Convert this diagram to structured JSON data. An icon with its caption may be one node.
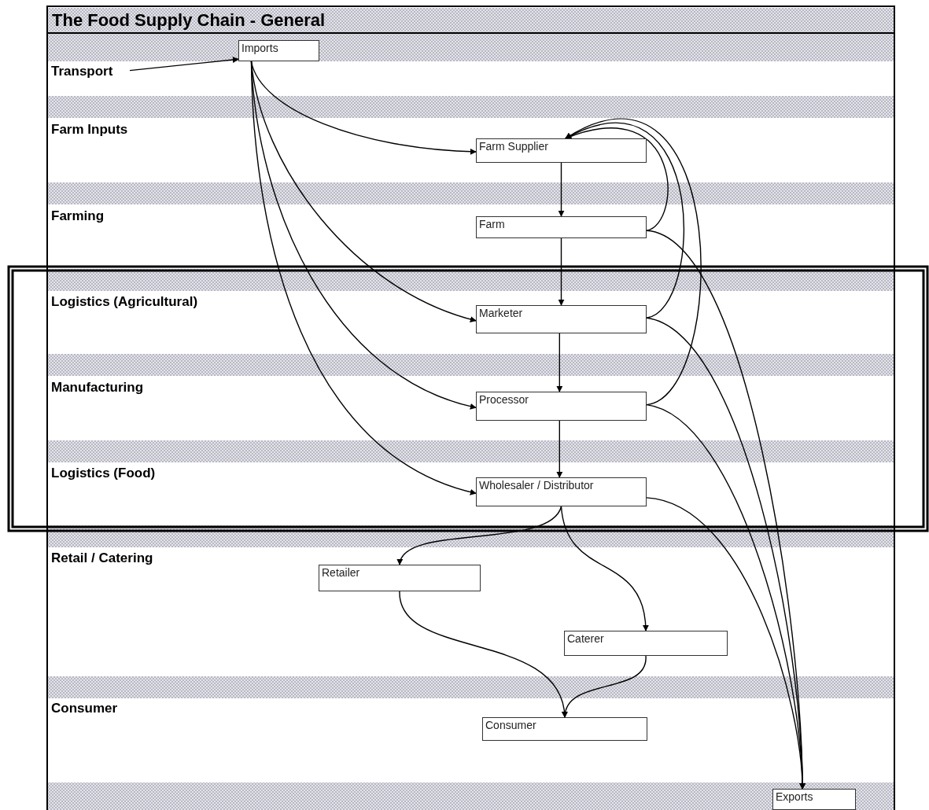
{
  "diagram": {
    "title": "The Food Supply Chain - General",
    "nodes": [
      {
        "text": [
          "Imports"
        ]
      },
      {
        "text": [
          "Transport"
        ]
      },
      {
        "text": [
          "Farm Supplier"
        ]
      },
      {
        "text": [
          "Farm"
        ]
      },
      {
        "text": [
          "Marketer"
        ]
      },
      {
        "text": [
          "Processor"
        ]
      },
      {
        "text": [
          "Wholesaler / Distributor"
        ]
      },
      {
        "text": [
          "Retailer"
        ]
      },
      {
        "text": [
          "Caterer"
        ]
      },
      {
        "text": [
          "Consumer"
        ]
      },
      {
        "text": [
          "Exports"
        ]
      }
    ],
    "edges": [
      {
        "from": 1,
        "to": 0,
        "arrow": "to"
      },
      {
        "from": 0,
        "to": 2,
        "arrow": "to"
      },
      {
        "from": 0,
        "to": 4,
        "arrow": "to"
      },
      {
        "from": 0,
        "to": 5,
        "arrow": "to"
      },
      {
        "from": 0,
        "to": 6,
        "arrow": "to"
      },
      {
        "from": 2,
        "to": 3,
        "arrow": "to"
      },
      {
        "from": 3,
        "to": 4,
        "arrow": "to"
      },
      {
        "from": 4,
        "to": 5,
        "arrow": "to"
      },
      {
        "from": 5,
        "to": 6,
        "arrow": "to"
      },
      {
        "from": 3,
        "to": 2,
        "arrow": "to"
      },
      {
        "from": 4,
        "to": 2,
        "arrow": "to"
      },
      {
        "from": 5,
        "to": 2,
        "arrow": "to"
      },
      {
        "from": 3,
        "to": 10,
        "arrow": "to"
      },
      {
        "from": 4,
        "to": 10,
        "arrow": "to"
      },
      {
        "from": 5,
        "to": 10,
        "arrow": "to"
      },
      {
        "from": 6,
        "to": 10,
        "arrow": "to"
      },
      {
        "from": 6,
        "to": 7,
        "arrow": "to"
      },
      {
        "from": 6,
        "to": 8,
        "arrow": "to"
      },
      {
        "from": 7,
        "to": 9,
        "arrow": "to"
      },
      {
        "from": 8,
        "to": 9,
        "arrow": "to"
      }
    ],
    "labels": [
      "Farm Inputs",
      "Farming",
      "Logistics (Agricultural)",
      "Manufacturing",
      "Logistics (Food)",
      "Retail / Catering",
      "Consumer"
    ]
  }
}
